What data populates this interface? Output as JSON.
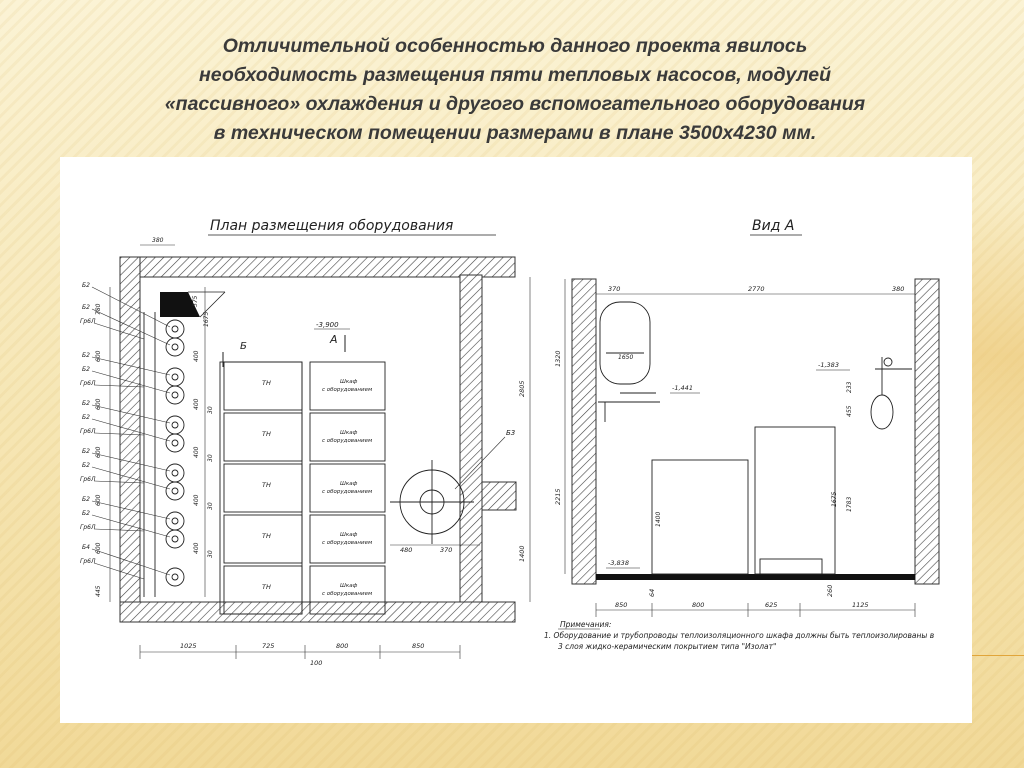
{
  "heading": {
    "line1": "Отличительной особенностью данного проекта явилось",
    "line2": "необходимость размещения пяти тепловых насосов, модулей",
    "line3": "«пассивного» охлаждения и другого вспомогательного оборудования",
    "line4": "в   техническом помещении  размерами в плане 3500х4230 мм."
  },
  "drawing": {
    "plan_title": "План  размещения  оборудования",
    "view_title": "Вид  А",
    "view_marker": "А",
    "section_marker": "Б",
    "label_b3": "Б3",
    "level_plan": "-3,900",
    "level_tank": "-1,441",
    "level_floor": "-3,838",
    "level_right": "-1,383",
    "hp_label": "ТН",
    "cabinet_label_1": "Шкаф",
    "cabinet_label_2": "с оборудованием",
    "note_title": "Примечания:",
    "note_line1": "1.  Оборудование и трубопроводы теплоизоляционного шкафа должны быть теплоизолированы в",
    "note_line2": "3 слоя жидко-керамическим покрытием типа \"Изолат\"",
    "pipe_labels": [
      "Б2",
      "Б2",
      "Гр6Л",
      "Б2",
      "Б2",
      "Гр6Л",
      "Б2",
      "Б2",
      "Гр6Л",
      "Б2",
      "Б2",
      "Гр6Л",
      "Б2",
      "Б2",
      "Гр6Л",
      "Б4",
      "Гр6Л"
    ],
    "left_dims": [
      "780",
      "600",
      "600",
      "600",
      "600",
      "600",
      "445"
    ],
    "plan_top_dims": [
      "380",
      "575",
      "1675",
      "400",
      "400",
      "400",
      "400",
      "400",
      "30",
      "30",
      "30",
      "30"
    ],
    "plan_bottom_dims": [
      "1025",
      "725",
      "800",
      "850"
    ],
    "plan_bottom_sub": "100",
    "plan_right_dims": [
      "2805",
      "1400"
    ],
    "plan_mid_dims": [
      "480",
      "370"
    ],
    "view_top_dims": [
      "370",
      "2770",
      "380"
    ],
    "view_left_dims": [
      "1320",
      "2215"
    ],
    "view_inner_dims": [
      "1650",
      "1400",
      "1675",
      "1783",
      "455",
      "233"
    ],
    "view_bottom_dims": [
      "850",
      "800",
      "625",
      "1125"
    ],
    "view_bottom_small": [
      "64",
      "260"
    ]
  }
}
